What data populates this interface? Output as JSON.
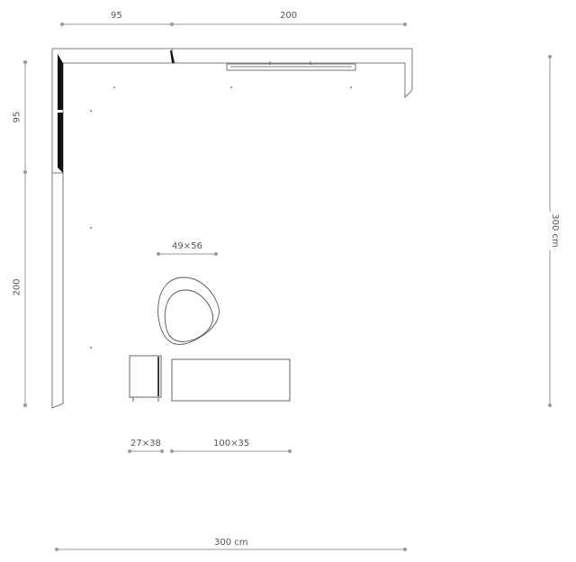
{
  "colors": {
    "dimension_line": "#9a9a9a",
    "outline": "#555555",
    "wall_dark": "#111111",
    "background": "#ffffff"
  },
  "dimensions": {
    "top_left": "95",
    "top_right": "200",
    "left_upper": "95",
    "left_lower": "200",
    "right_total": "300 cm",
    "bottom_total": "300 cm",
    "chair": "49×56",
    "side_table": "27×38",
    "bench": "100×35"
  }
}
